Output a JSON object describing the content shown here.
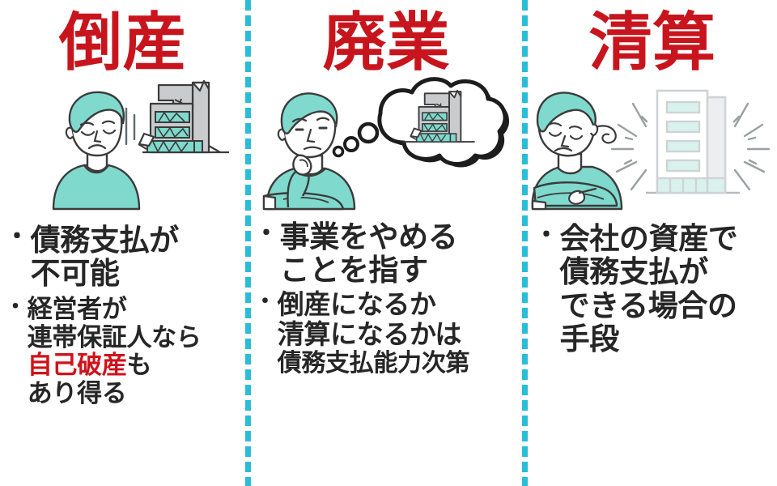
{
  "theme": {
    "title_red": "#c8151d",
    "highlight_red": "#d0121b",
    "divider_cyan": "#2bbcd6",
    "body_text": "#262626",
    "illustration_teal": "#7fd9cc",
    "illustration_gray": "#c9cbcc",
    "outline": "#3b3b3b",
    "background": "#ffffff"
  },
  "columns": [
    {
      "id": "tosan",
      "heading": "倒産",
      "illustration": {
        "name": "sad-man-with-collapsed-building",
        "figure": "sad-man-icon",
        "object": "damaged-building-icon"
      },
      "bullets": [
        {
          "marker": "・",
          "size": "big",
          "lines": [
            {
              "text": "債務支払が",
              "highlight": false
            },
            {
              "text": "不可能",
              "highlight": false
            }
          ]
        },
        {
          "marker": "・",
          "size": "small",
          "lines": [
            {
              "text": "経営者が",
              "highlight": false
            },
            {
              "text": "連帯保証人なら",
              "highlight": false
            },
            {
              "text": "自己破産",
              "highlight": true,
              "suffix": "も"
            },
            {
              "text": "あり得る",
              "highlight": false
            }
          ]
        }
      ]
    },
    {
      "id": "haigyo",
      "heading": "廃業",
      "illustration": {
        "name": "thinking-man-with-thought-bubble",
        "figure": "thinking-man-icon",
        "object": "thought-bubble-with-damaged-building-icon"
      },
      "bullets": [
        {
          "marker": "・",
          "size": "big",
          "lines": [
            {
              "text": "事業をやめる",
              "highlight": false
            },
            {
              "text": "ことを指す",
              "highlight": false
            }
          ]
        },
        {
          "marker": "・",
          "size": "small",
          "lines": [
            {
              "text": "倒産になるか",
              "highlight": false
            },
            {
              "text": "清算になるかは",
              "highlight": false
            },
            {
              "text": "債務支払能力次第",
              "highlight": false,
              "tight": true
            }
          ]
        }
      ]
    },
    {
      "id": "seisan",
      "heading": "清算",
      "illustration": {
        "name": "sighing-man-with-intact-building",
        "figure": "arms-crossed-man-icon",
        "object": "intact-building-with-shine-icon"
      },
      "bullets": [
        {
          "marker": "・",
          "size": "big",
          "lines": [
            {
              "text": "会社の資産で",
              "highlight": false
            },
            {
              "text": "債務支払が",
              "highlight": false
            },
            {
              "text": "できる場合の",
              "highlight": false
            },
            {
              "text": "手段",
              "highlight": false
            }
          ]
        }
      ]
    }
  ]
}
